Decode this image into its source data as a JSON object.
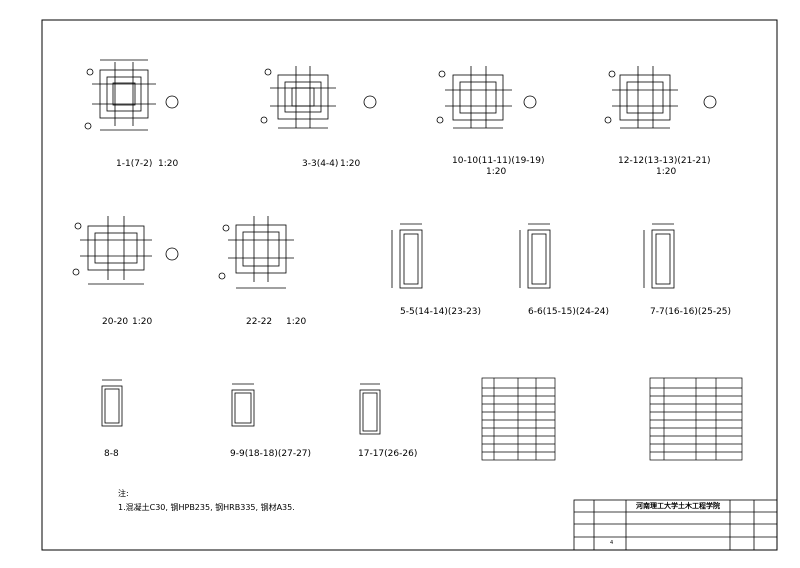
{
  "sections": [
    {
      "label": "1-1(7-2)",
      "scale": "1:20"
    },
    {
      "label": "3-3(4-4)",
      "scale": "1:20"
    },
    {
      "label": "10-10(11-11)(19-19)",
      "scale": "1:20"
    },
    {
      "label": "12-12(13-13)(21-21)",
      "scale": "1:20"
    },
    {
      "label": "20-20",
      "scale": "1:20"
    },
    {
      "label": "22-22",
      "scale": "1:20"
    },
    {
      "label": "5-5(14-14)(23-23)"
    },
    {
      "label": "6-6(15-15)(24-24)"
    },
    {
      "label": "7-7(16-16)(25-25)"
    },
    {
      "label": "8-8"
    },
    {
      "label": "9-9(18-18)(27-27)"
    },
    {
      "label": "17-17(26-26)"
    }
  ],
  "notes": {
    "heading": "注:",
    "line1": "1.混凝土C30, 钢HPB235, 钢HRB335, 钢材A35."
  },
  "title_block": {
    "company": "河南理工大学土木工程学院",
    "sheet_no": "4"
  }
}
